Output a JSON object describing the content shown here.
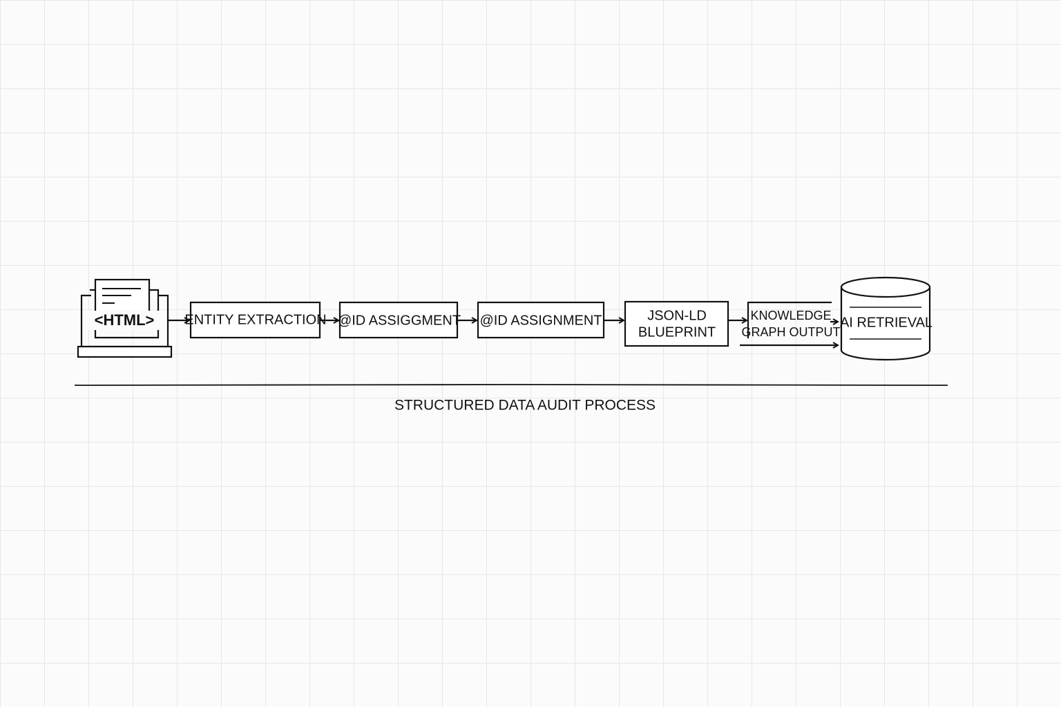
{
  "diagram": {
    "source": {
      "label": "<HTML>",
      "icon": "laptop-document-icon"
    },
    "steps": [
      {
        "label": "ENTITY EXTRACTION"
      },
      {
        "label": "@ID ASSIGGMENT"
      },
      {
        "label": "@ID ASSIGNMENT"
      },
      {
        "label_line1": "JSON-LD",
        "label_line2": "BLUEPRINT"
      },
      {
        "label_line1": "KNOWLEDGE",
        "label_line2": "GRAPH OUTPUT"
      }
    ],
    "target": {
      "label": "AI RETRIEVAL",
      "icon": "database-icon"
    },
    "caption": "STRUCTURED DATA AUDIT PROCESS"
  },
  "colors": {
    "stroke": "#111111",
    "grid": "#e7e7e7",
    "background": "#fbfbfb"
  }
}
